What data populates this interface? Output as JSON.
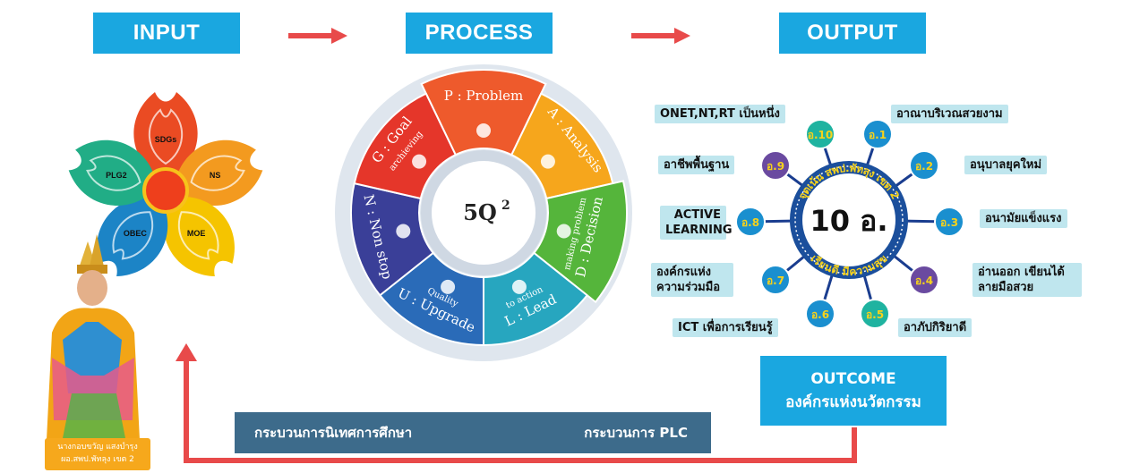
{
  "headers": {
    "input": "INPUT",
    "process": "PROCESS",
    "output": "OUTPUT"
  },
  "input": {
    "petals": [
      {
        "label": "SDGs",
        "color": "#ea4b23"
      },
      {
        "label": "NS",
        "color": "#f39a1f"
      },
      {
        "label": "MOE",
        "color": "#f5c400"
      },
      {
        "label": "OBEC",
        "color": "#1c84c6"
      },
      {
        "label": "PLG2",
        "color": "#21ad86"
      }
    ],
    "caption_line1": "นางกอบขวัญ แสงบำรุง",
    "caption_line2": "ผอ.สพป.พัทลุง เขต 2"
  },
  "process": {
    "center": "5Q",
    "center_sup": "2",
    "segments": [
      {
        "label": "P : Problem",
        "color": "#ee5a2c"
      },
      {
        "label": "A : Analysis",
        "color": "#f6a61c"
      },
      {
        "label": "D : Decision",
        "sub": "making problem",
        "color": "#55b53b"
      },
      {
        "label": "L : Lead",
        "sub": "to action",
        "color": "#27a6bf"
      },
      {
        "label": "U : Upgrade",
        "sub": "Quality",
        "color": "#2a6bb8"
      },
      {
        "label": "N : Non stop",
        "color": "#3a3f98"
      },
      {
        "label": "G : Goal",
        "sub": "archieving",
        "color": "#e5362a"
      }
    ]
  },
  "output": {
    "center_main": "10 อ.",
    "center_top": "จุดเน้น สพป.พัทลุง เขต 2",
    "center_bottom": "เรียนดี มีความสุข",
    "items": [
      {
        "code": "อ.1",
        "text": "อาณาบริเวณสวยงาม",
        "color": "#1a8fcf"
      },
      {
        "code": "อ.2",
        "text": "อนุบาลยุคใหม่",
        "color": "#1a8fcf"
      },
      {
        "code": "อ.3",
        "text": "อนามัยแข็งแรง",
        "color": "#1a8fcf"
      },
      {
        "code": "อ.4",
        "text_line1": "อ่านออก เขียนได้",
        "text_line2": "ลายมือสวย",
        "color": "#6a4aa0"
      },
      {
        "code": "อ.5",
        "text": "อาภัปกิริยาดี",
        "color": "#1fb3a0"
      },
      {
        "code": "อ.6",
        "text": "ICT เพื่อการเรียนรู้",
        "color": "#1a8fcf"
      },
      {
        "code": "อ.7",
        "text_line1": "องค์กรแห่ง",
        "text_line2": "ความร่วมมือ",
        "color": "#1a8fcf"
      },
      {
        "code": "อ.8",
        "text_line1": "ACTIVE",
        "text_line2": "LEARNING",
        "color": "#1a8fcf"
      },
      {
        "code": "อ.9",
        "text": "อาชีพพื้นฐาน",
        "color": "#6a4aa0"
      },
      {
        "code": "อ.10",
        "text": "ONET,NT,RT เป็นหนึ่ง",
        "color": "#1fb3a0"
      }
    ]
  },
  "outcome": {
    "line1": "OUTCOME",
    "line2": "องค์กรแห่งนวัตกรรม"
  },
  "bottom": {
    "left": "กระบวนการนิเทศการศึกษา",
    "right": "กระบวนการ PLC"
  },
  "colors": {
    "header_bg": "#1aa7e0",
    "arrow": "#e84a4a",
    "bar": "#3d6b8b"
  }
}
